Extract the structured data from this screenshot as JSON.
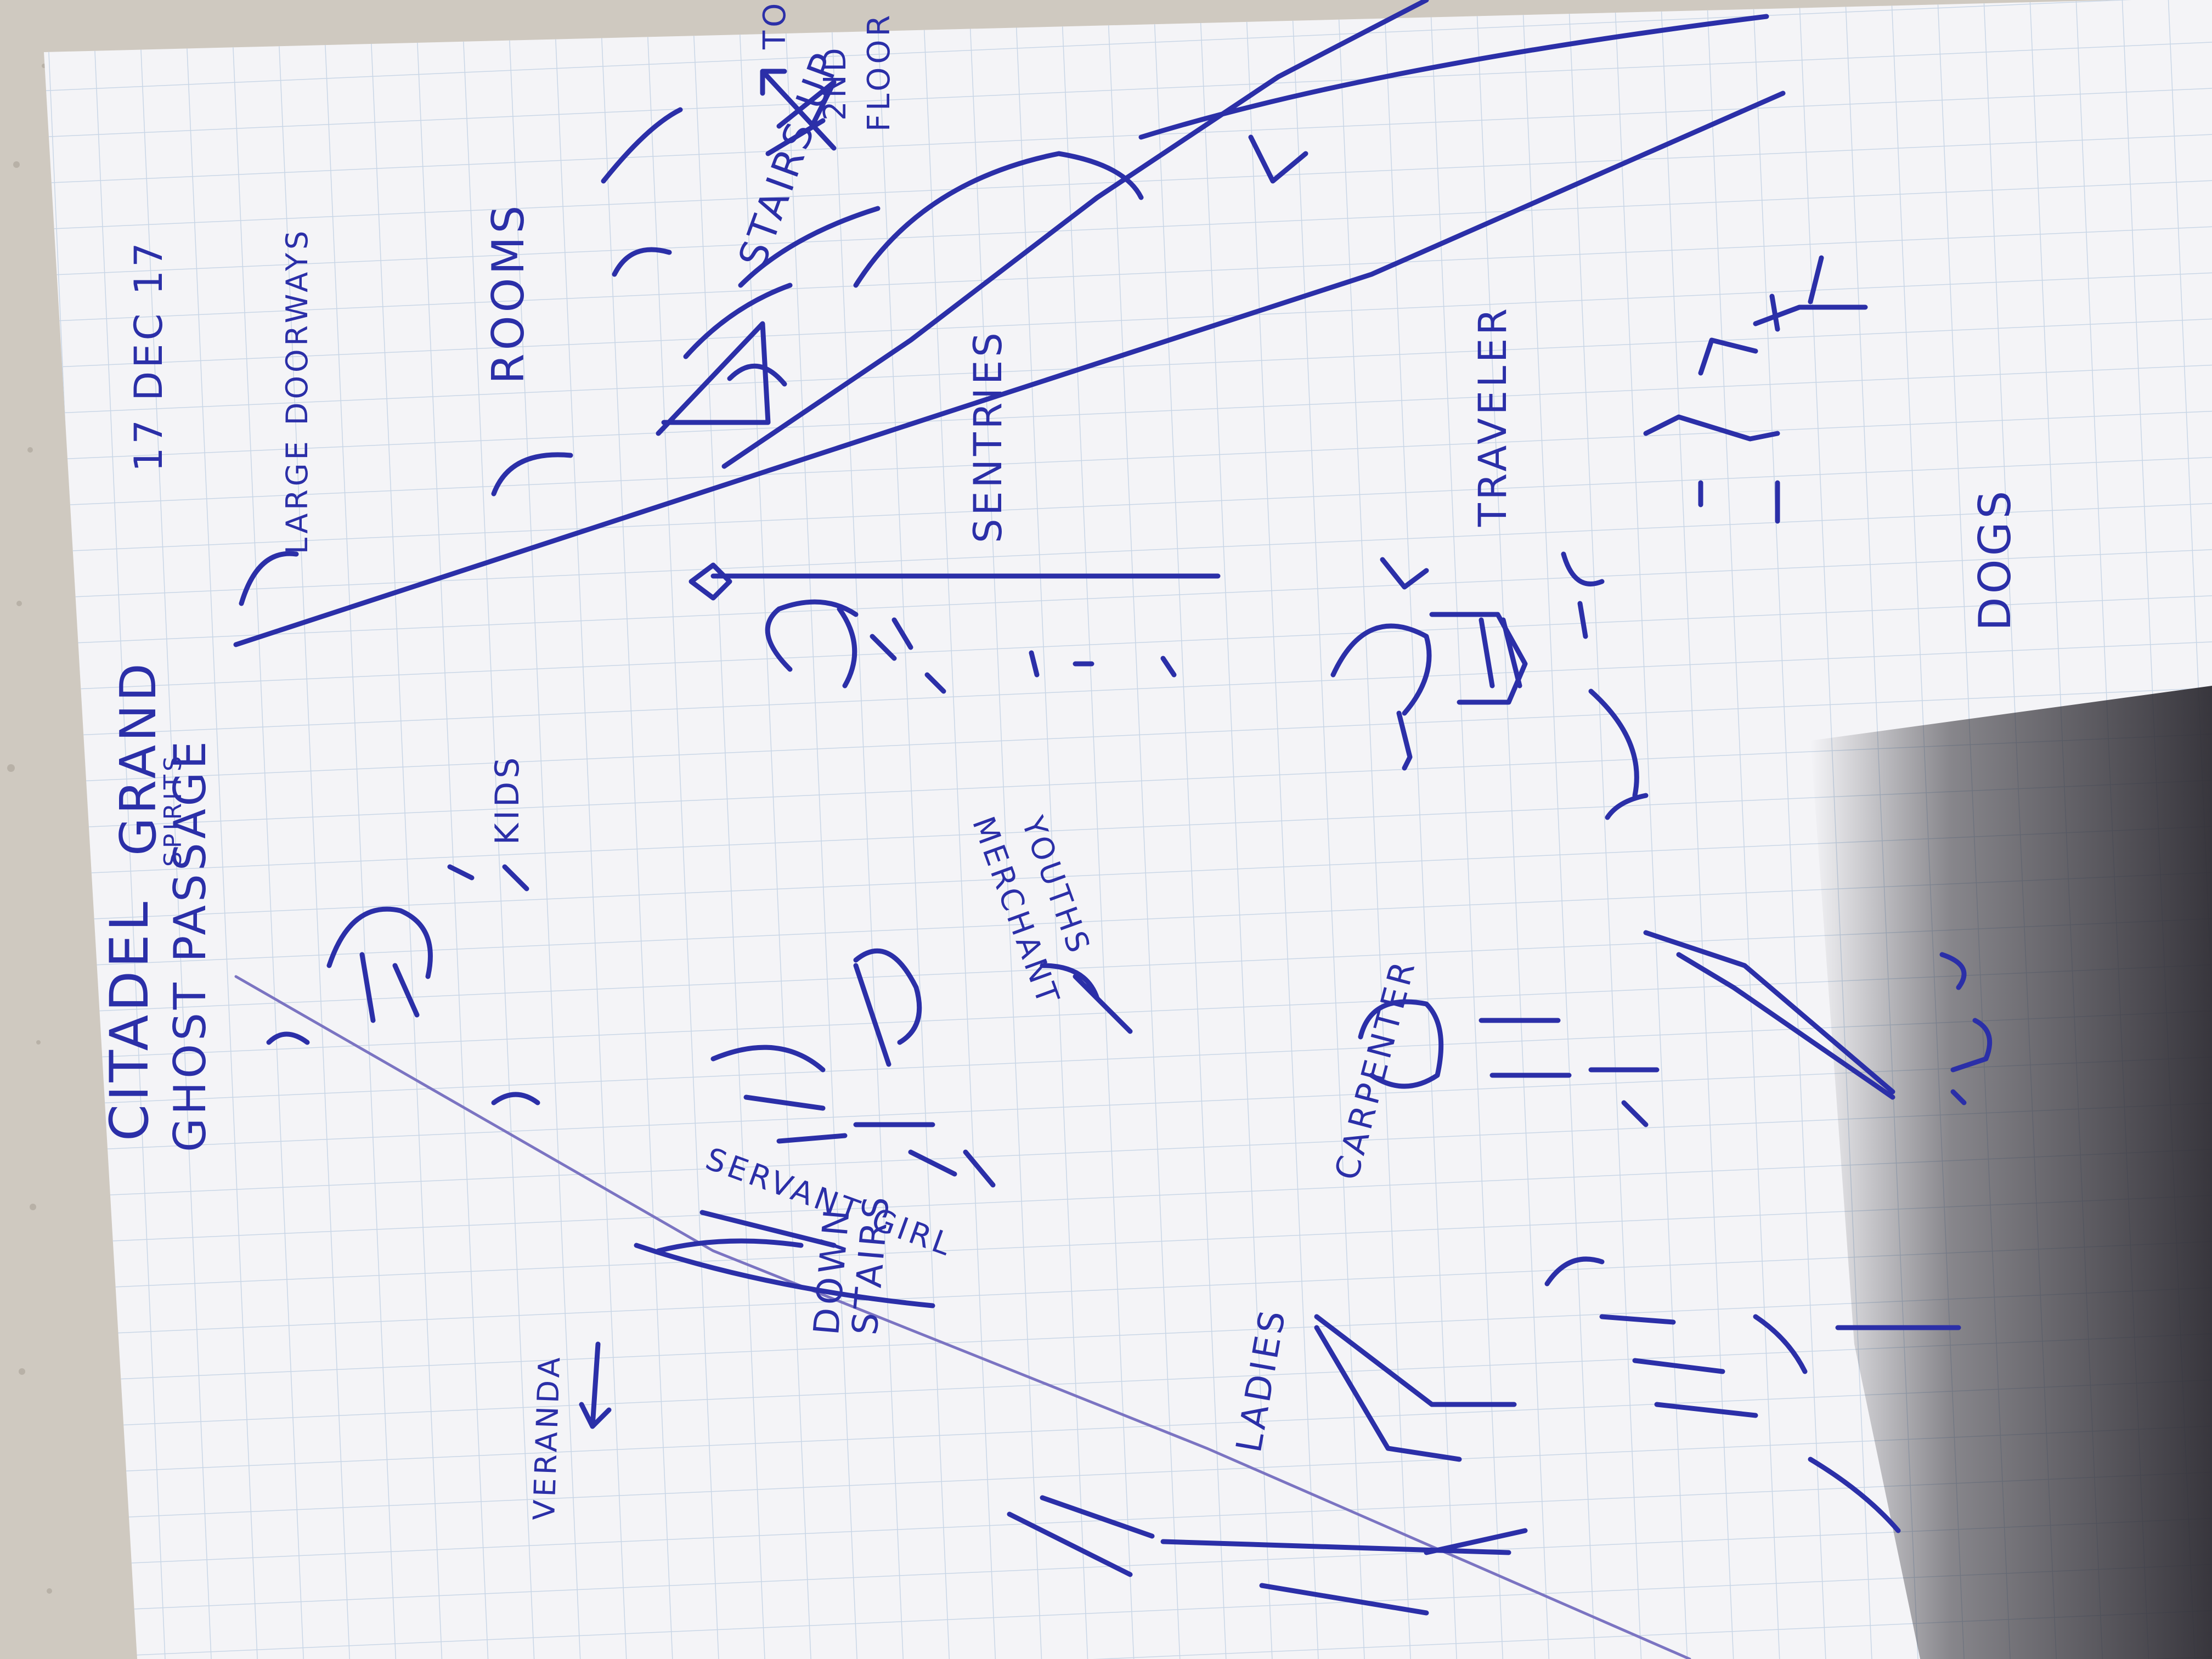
{
  "colors": {
    "countertop": "#cfc9c0",
    "paper": "#f4f4f7",
    "grid": "#c9d6e6",
    "ink": "#2b2fa8",
    "pencil": "#7b74c2",
    "shadow": "#2e2c33"
  },
  "labels": {
    "date": "17 DEC 17",
    "title": "CITADEL",
    "title_small": "SPIRITS",
    "title_grand": "GRAND",
    "subtitle": "GHOST PASSAGE",
    "large_doorways": "LARGE DOORWAYS",
    "rooms": "ROOMS",
    "stairs_up": "STAIRS UP",
    "to_2nd_floor_a": "TO",
    "to_2nd_floor_b": "2ND",
    "to_2nd_floor_c": "FLOOR",
    "sentries": "SENTRIES",
    "traveler": "TRAVELER",
    "dogs": "DOGS",
    "kids": "KIDS",
    "merchant": "MERCHANT",
    "youths": "YOUTHS",
    "servant_girl": "SERVANT GIRL",
    "carpenter": "CARPENTER",
    "down_stairs_a": "DOWN",
    "down_stairs_b": "STAIRS",
    "ladies": "LADIES",
    "veranda": "VERANDA"
  }
}
